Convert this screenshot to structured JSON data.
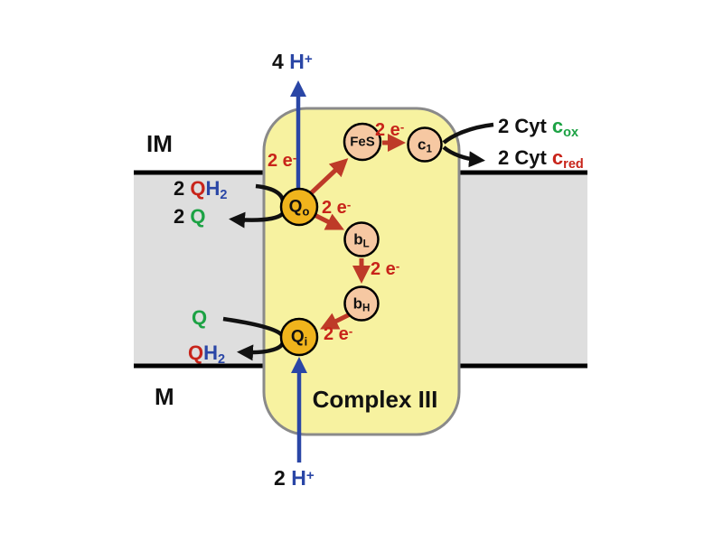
{
  "diagram": {
    "complex_label": "Complex III",
    "membrane": {
      "outer_compartment": "IM",
      "inner_compartment": "M"
    },
    "protons": {
      "top": {
        "count": "4 ",
        "symbol": "H",
        "charge": "+"
      },
      "bottom": {
        "count": "2 ",
        "symbol": "H",
        "charge": "+"
      }
    },
    "electron_transfer": {
      "label": "2 e",
      "charge": "-"
    },
    "redox_centers": {
      "qo": {
        "symbol": "Q",
        "sub": "o"
      },
      "qi": {
        "symbol": "Q",
        "sub": "i"
      },
      "fes": {
        "symbol": "FeS"
      },
      "c1": {
        "symbol": "c",
        "sub": "1"
      },
      "bl": {
        "symbol": "b",
        "sub": "L"
      },
      "bh": {
        "symbol": "b",
        "sub": "H"
      }
    },
    "quinone_pool_top": {
      "qh2_count": "2 ",
      "qh2_q": "Q",
      "qh2_h": "H",
      "qh2_sub": "2",
      "q_count": "2 ",
      "q_symbol": "Q"
    },
    "quinone_pool_bottom": {
      "q_symbol": "Q",
      "qh2_q": "Q",
      "qh2_h": "H",
      "qh2_sub": "2"
    },
    "cytochrome_c": {
      "ox_prefix": "2 Cyt ",
      "ox_symbol": "c",
      "ox_sub": "ox",
      "red_prefix": "2 Cyt ",
      "red_symbol": "c",
      "red_sub": "red"
    },
    "colors": {
      "complex_fill": "#F7F2A0",
      "complex_border": "#8A8A8A",
      "membrane_fill": "#DEDEDE",
      "membrane_line": "#000000",
      "quinone_site_fill": "#F0B41C",
      "redox_center_fill": "#F6C8A2",
      "electron_red": "#C8241A",
      "electron_arrow_red": "#BE3A28",
      "proton_blue": "#2A46A6",
      "oxidized_green": "#1CA244",
      "substrate_arrow_black": "#111111"
    }
  }
}
